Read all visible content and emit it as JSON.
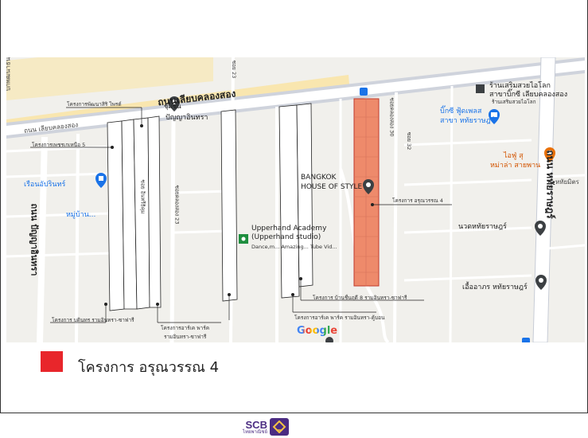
{
  "map": {
    "roads": {
      "main": "ถนนเลียบคลองสอง",
      "main_left": "ถนน เลียบคลองสอง",
      "left_vertical": "ปกพัฒนาธินิท",
      "left_vertical2": "ถนน ปัญญาอินทรา",
      "right_vertical": "ถนน หทัยราษฎร์",
      "right_vertical_short": "ถ. หทัยมิตร",
      "soi_left": "ซอย อินทรีธิคุม",
      "soi_center": "ซอยคลองสอง 23",
      "soi_top": "ซอย 23",
      "soi_right": "ซอยคลองสอง 30",
      "soi_right2": "ซอย 32"
    },
    "pois": {
      "restaurant_top": "ร้านเสริมสวยไอโลก",
      "restaurant_top2": "สาขาบิ๊กซี เลียบคลองสอง",
      "restaurant_top3": "ร้านเสริมสวยไอโลก",
      "bigc": "บิ๊กซี ฟู้ดเพลส",
      "bigc2": "สาขา หทัยราษฎร์",
      "izakaya": "ไอฟู่ สุ",
      "izakaya2": "หม่าล่า สายพาน",
      "house": "เรือนอัปรินทร์",
      "village": "หมู่บ้าน...",
      "bangkok_style": "BANGKOK",
      "bangkok_style2": "HOUSE OF STYLE",
      "upper_academy": "Upperhand Academy",
      "upper_academy2": "(Upperhand studio)",
      "upper_academy3": "Dance,m... Amazing... Tube Vid...",
      "massage": "นวดหทัยราษฎร์",
      "shop": "เอื้ออาภร หทัยราษฎร์",
      "temple": "ปัญญาอินทรา",
      "store_top": "ชุมชน"
    },
    "projects": {
      "p1": "โครงการพัฒนาสิริ ไพรด์",
      "p2": "โครงการเพชรเกเหนือ 5",
      "p3": "โครงการ บดินทร รามอินทรา-ซาฟารี",
      "p4": "โครงการอาร์เค พาร์ค",
      "p4b": "รามอินทรา-ซาฟารี",
      "p5": "โครงการ บ้านชื่นฤดี 8 รามอินทรา-ซาฟารี",
      "p6": "โครงการอาร์เค พาร์ค รามอินทรา-คู้บอน",
      "p7": "โครงการ อรุณวรรณ 4"
    },
    "google_logo": "Google",
    "colors": {
      "highlight": "#ee8a6b",
      "road": "#ffffff",
      "arterial": "#fbe39b",
      "water": "#9cc0f9"
    }
  },
  "legend": {
    "label": "โครงการ อรุณวรรณ 4",
    "color": "#e8262b"
  },
  "footer": {
    "logo_text": "SCB",
    "logo_sub": "ไทยพาณิชย์"
  }
}
